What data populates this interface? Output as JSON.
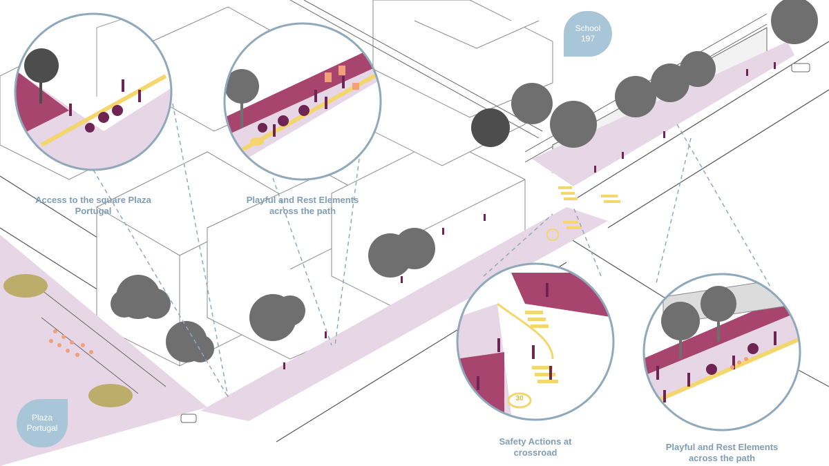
{
  "colors": {
    "path": "#e7d6e5",
    "path_dark": "#a8456f",
    "people": "#6e2554",
    "accent_yellow": "#f3d76c",
    "accent_orange": "#f2a07a",
    "tree": "#6f6f6f",
    "olive": "#bcae6a",
    "label_blue": "#7f9db4",
    "tag_fill": "#a9c6d8",
    "circle_stroke": "#8fa9bb"
  },
  "tags": {
    "school": {
      "line1": "School",
      "line2": "197"
    },
    "plaza": {
      "line1": "Plaza",
      "line2": "Portugal"
    }
  },
  "callouts": {
    "access": {
      "line1": "Access to the square Plaza",
      "line2": "Portugal"
    },
    "playful_top": {
      "line1": "Playful and  Rest Elements",
      "line2": "across the path"
    },
    "safety": {
      "line1": "Safety Actions at",
      "line2": "crossroad"
    },
    "playful_bottom": {
      "line1": "Playful and Rest Elements",
      "line2": "across the path"
    }
  },
  "signs": {
    "speed": "30"
  }
}
